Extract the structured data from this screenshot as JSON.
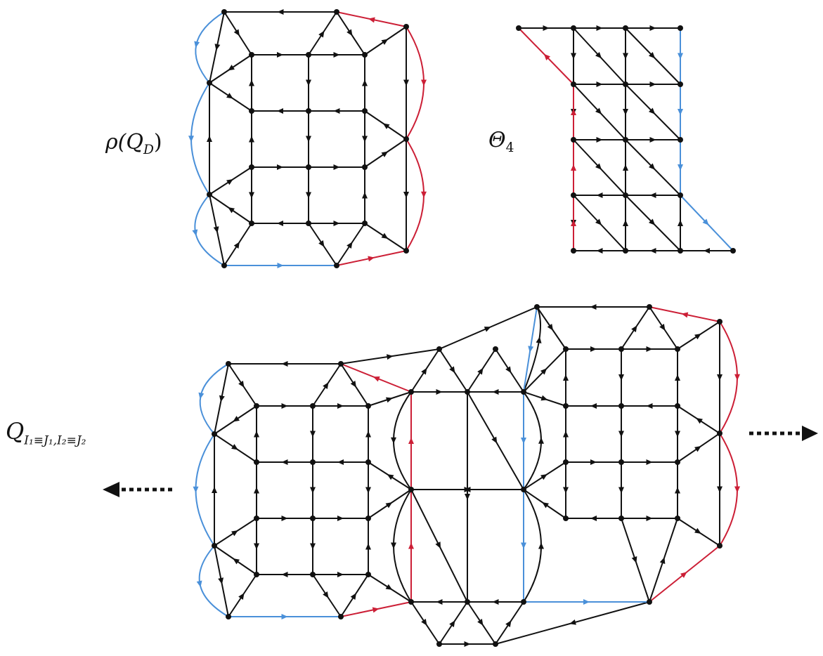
{
  "labels": {
    "rho_func": "ρ(",
    "rho_Q": "Q",
    "rho_sub": "D",
    "rho_close": ")",
    "theta": "Θ",
    "theta_sub": "4",
    "q": "Q",
    "q_sub": "I₁≡J₁,I₂≡J₂"
  },
  "colors": {
    "black": "#111111",
    "red": "#cc1f36",
    "blue": "#4a90d9"
  },
  "icons": {
    "left_arrow": "dotted-left-arrow-icon",
    "right_arrow": "dotted-right-arrow-icon"
  }
}
